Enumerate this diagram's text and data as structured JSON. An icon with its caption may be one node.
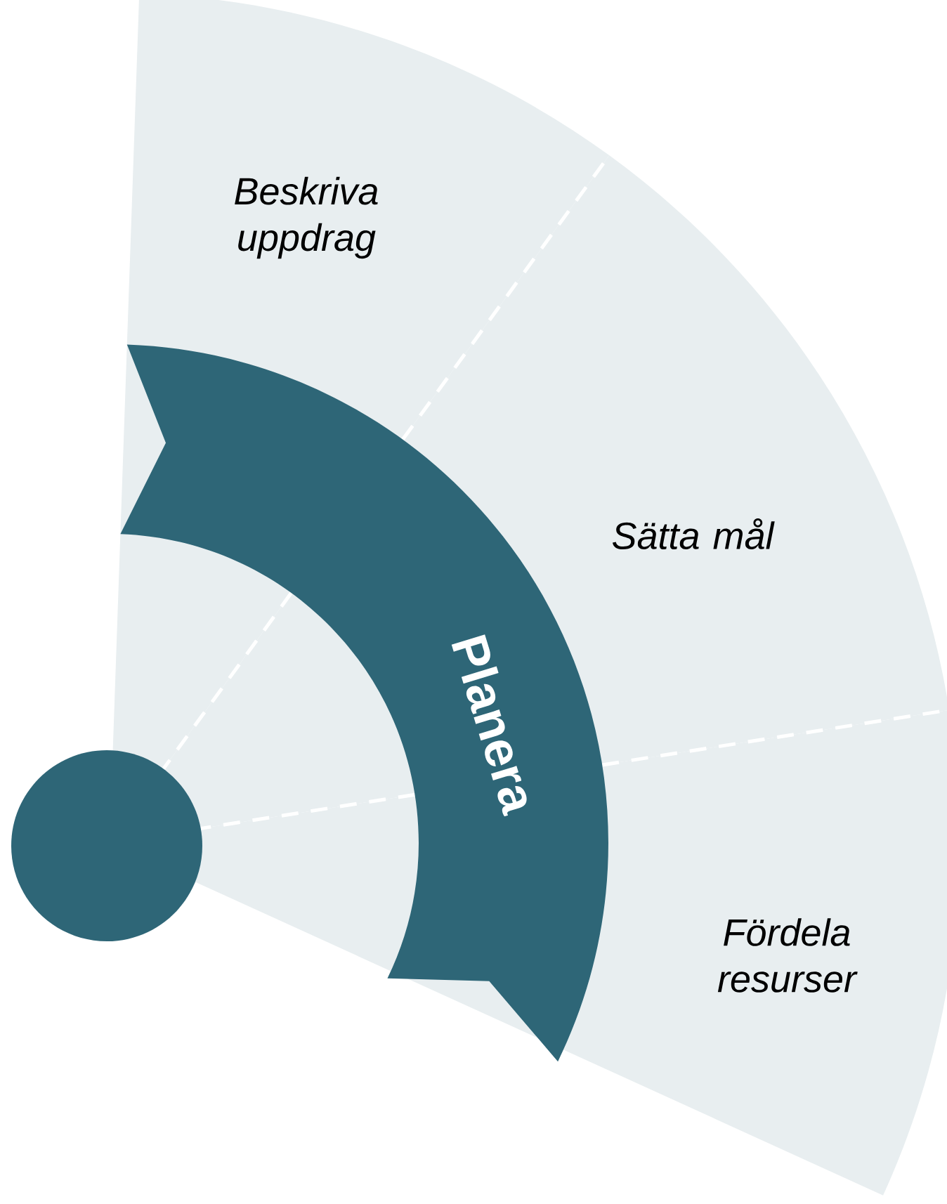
{
  "diagram": {
    "nodes": [
      {
        "text": [
          "Beskriva uppdrag"
        ]
      },
      {
        "text": [
          "Sätta mål"
        ]
      },
      {
        "text": [
          "Fördela resurser"
        ]
      },
      {
        "text": [
          "Planera"
        ]
      },
      {
        "text": [],
        "shape": "circle"
      }
    ]
  }
}
